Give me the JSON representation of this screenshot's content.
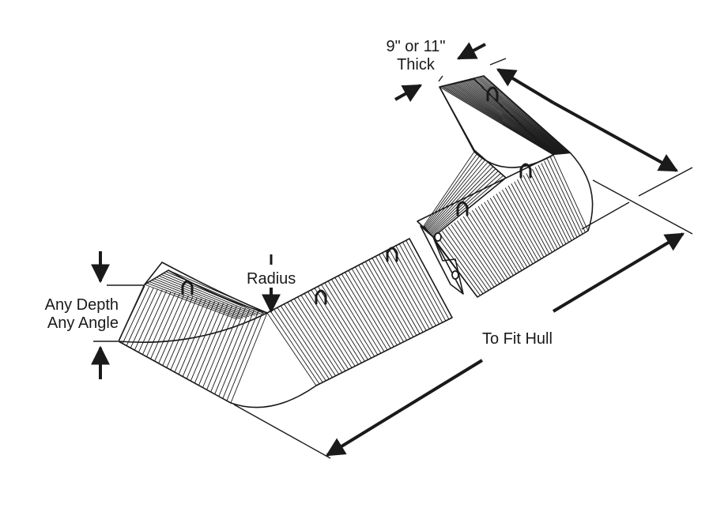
{
  "diagram": {
    "labels": {
      "thickness_line1": "9\" or 11\"",
      "thickness_line2": "Thick",
      "radius": "Radius",
      "depth_line1": "Any Depth",
      "depth_line2": "Any Angle",
      "length": "To Fit Hull"
    },
    "colors": {
      "ink": "#1a1a1a",
      "paper": "#ffffff"
    }
  }
}
